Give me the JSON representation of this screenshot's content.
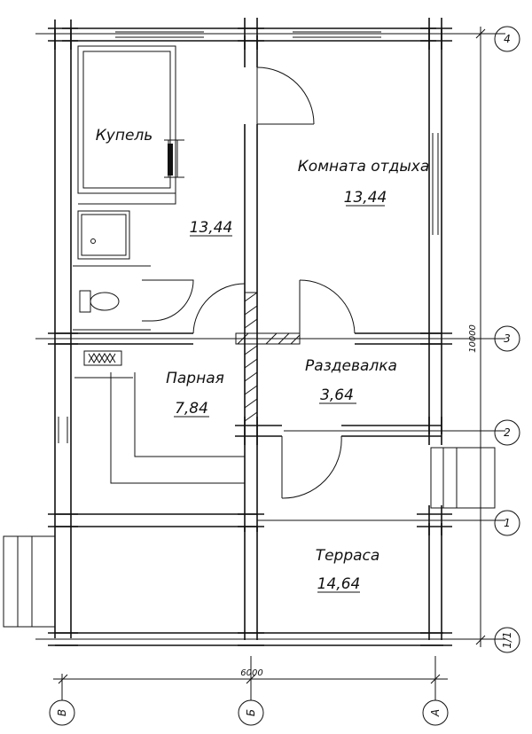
{
  "rooms": {
    "kupel": {
      "name": "Купель"
    },
    "relax": {
      "name": "Комната отдыха",
      "area": "13,44"
    },
    "wash": {
      "area": "13,44"
    },
    "steam": {
      "name": "Парная",
      "area": "7,84"
    },
    "dressing": {
      "name": "Раздевалка",
      "area": "3,64"
    },
    "terrace": {
      "name": "Терраса",
      "area": "14,64"
    }
  },
  "dimensions": {
    "width": "6000",
    "height": "10000"
  },
  "axes_h": [
    "4",
    "3",
    "2",
    "1",
    "1/1"
  ],
  "axes_v": [
    "В",
    "Б",
    "А"
  ]
}
